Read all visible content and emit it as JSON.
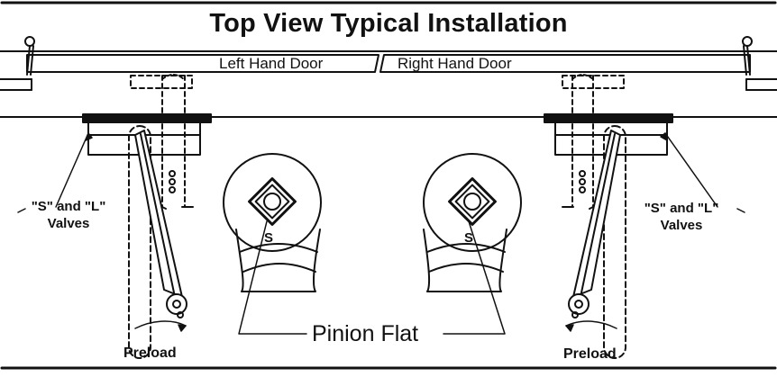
{
  "title": "Top View Typical Installation",
  "doors": {
    "left": "Left Hand Door",
    "right": "Right Hand Door"
  },
  "labels": {
    "valves_left_line1": "\"S\" and \"L\"",
    "valves_left_line2": "Valves",
    "valves_right_line1": "\"S\" and \"L\"",
    "valves_right_line2": "Valves",
    "pinion_flat": "Pinion Flat",
    "preload_left": "Preload",
    "preload_right": "Preload",
    "s_left": "S",
    "s_right": "S"
  }
}
